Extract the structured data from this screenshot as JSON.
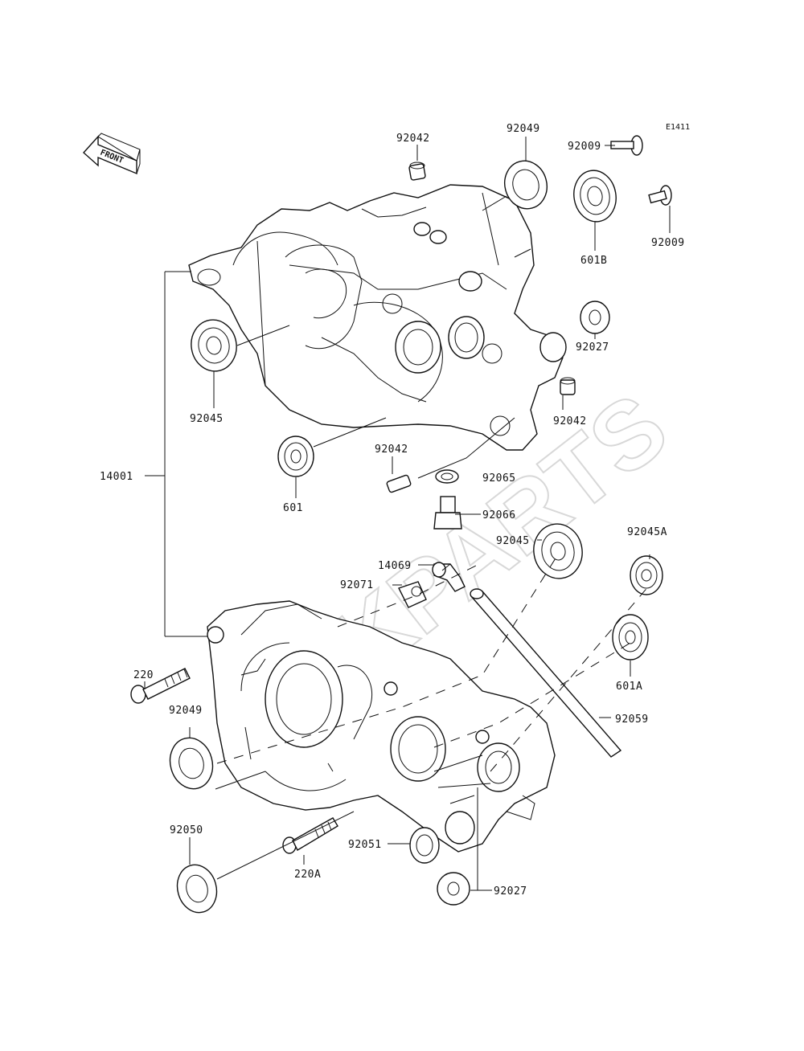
{
  "diagram": {
    "code": "E1411",
    "front": "FRONT",
    "watermark": "KPARTS",
    "labels": {
      "p92042_top": "92042",
      "p92049_top": "92049",
      "p92009_a": "92009",
      "p92009_b": "92009",
      "p601B": "601B",
      "p92027_right": "92027",
      "p92042_right": "92042",
      "p92045_left": "92045",
      "p601": "601",
      "p14001": "14001",
      "p92042_mid": "92042",
      "p92065": "92065",
      "p92066": "92066",
      "p92045_mid": "92045",
      "p92045A": "92045A",
      "p14069": "14069",
      "p92071": "92071",
      "p220": "220",
      "p601A": "601A",
      "p92049_low": "92049",
      "p92059": "92059",
      "p92050": "92050",
      "p92051": "92051",
      "p220A": "220A",
      "p92027_low": "92027"
    }
  }
}
